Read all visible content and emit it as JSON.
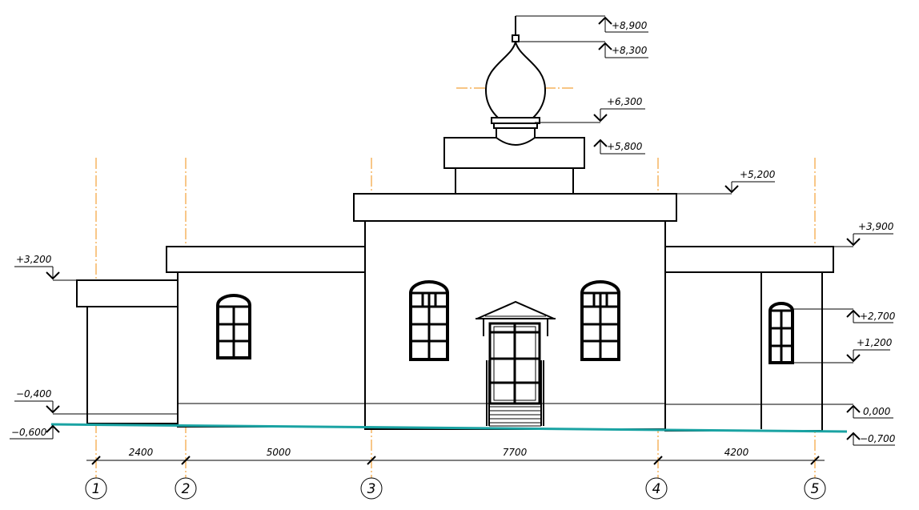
{
  "levels": {
    "spire_top": "+8,900",
    "dome_top": "+8,300",
    "drum_top": "+6,300",
    "drum_base": "+5,800",
    "central_cornice": "+5,200",
    "side_cornice": "+3,900",
    "porch_roof": "+3,200",
    "window_top": "+2,700",
    "window_sill": "+1,200",
    "floor": "0,000",
    "plinth_left": "−0,400",
    "ground_left": "−0,600",
    "ground_right": "−0,700"
  },
  "dimensions": [
    "2400",
    "5000",
    "7700",
    "4200"
  ],
  "axes": [
    "1",
    "2",
    "3",
    "4",
    "5"
  ],
  "colors": {
    "axis_line": "#f2a23a",
    "ground_line": "#1aa3a3",
    "linework": "#000000"
  }
}
